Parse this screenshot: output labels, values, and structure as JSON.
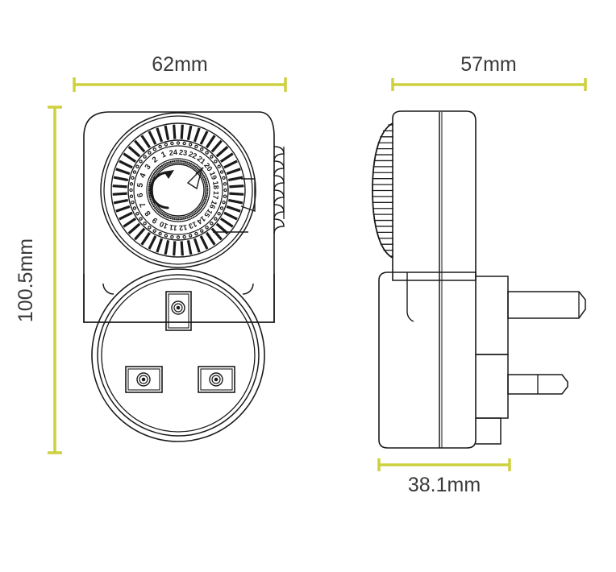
{
  "drawing": {
    "title": "24-hour mechanical plug-in timer dimension drawing",
    "units": "mm",
    "line_color": "#cdd13f",
    "outline_color": "#1a1a1a",
    "text_color": "#3a3a3a",
    "background": "#ffffff"
  },
  "dimensions": {
    "width": {
      "label": "62mm",
      "value": 62,
      "name": "front-width",
      "orientation": "horizontal",
      "position": "top-left-view"
    },
    "height": {
      "label": "100.5mm",
      "value": 100.5,
      "name": "front-height",
      "orientation": "vertical",
      "position": "left-of-left-view"
    },
    "side_height": {
      "label": "57mm",
      "value": 57,
      "name": "side-height",
      "orientation": "horizontal",
      "position": "top-right-view"
    },
    "depth": {
      "label": "38.1mm",
      "value": 38.1,
      "name": "body-depth",
      "orientation": "horizontal",
      "position": "below-right-view"
    }
  },
  "views": [
    {
      "name": "front-view",
      "label": "Front view",
      "components": [
        {
          "name": "body-outline",
          "label": "Timer body"
        },
        {
          "name": "timer-dial",
          "label": "24-hour timer dial"
        },
        {
          "name": "dial-knob",
          "label": "Rotary knob with clockwise arrow"
        },
        {
          "name": "dial-pointer",
          "label": "Time pointer"
        },
        {
          "name": "side-switch",
          "label": "Ribbed side switch"
        },
        {
          "name": "socket-outlet",
          "label": "UK 13A socket outlet"
        },
        {
          "name": "earth-slot",
          "label": "Earth pin slot"
        },
        {
          "name": "live-slot",
          "label": "Live pin slot"
        },
        {
          "name": "neutral-slot",
          "label": "Neutral pin slot"
        }
      ]
    },
    {
      "name": "side-view",
      "label": "Side view",
      "components": [
        {
          "name": "knurled-dial-edge",
          "label": "Knurled dial edge"
        },
        {
          "name": "body-profile",
          "label": "Body profile"
        },
        {
          "name": "body-seam",
          "label": "Housing seam line"
        },
        {
          "name": "earth-pin",
          "label": "Earth pin"
        },
        {
          "name": "line-pin",
          "label": "Line pin"
        },
        {
          "name": "pin-base",
          "label": "Pin base plate"
        }
      ]
    }
  ],
  "dial": {
    "name": "timer-dial",
    "hours_total": 24,
    "hour_labels": [
      "1",
      "2",
      "3",
      "4",
      "5",
      "6",
      "7",
      "8",
      "9",
      "10",
      "11",
      "12",
      "13",
      "14",
      "15",
      "16",
      "17",
      "18",
      "19",
      "20",
      "21",
      "22",
      "23",
      "24"
    ],
    "outer_segment_count": 48,
    "inner_dot_count": 96,
    "rotation_direction": "clockwise",
    "knob_arrow": "clockwise-arrow"
  }
}
